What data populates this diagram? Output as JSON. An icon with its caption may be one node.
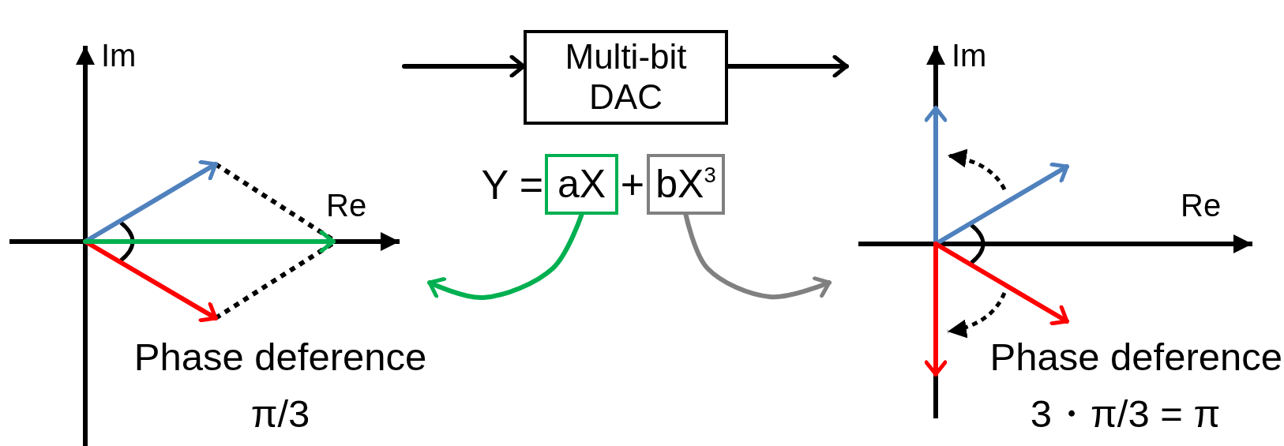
{
  "diagram": {
    "nodes": [
      {
        "text": [
          "Multi-bit DAC"
        ]
      },
      {
        "text": [
          "aX"
        ]
      },
      {
        "text": [
          "bX$^{3}$"
        ]
      }
    ],
    "edges": [
      {
        "from": null,
        "to": 0,
        "arrow": "to"
      },
      {
        "from": 0,
        "to": null,
        "arrow": "to"
      },
      {
        "from": 1,
        "to": null,
        "arrow": "to",
        "color": "#00b050"
      },
      {
        "from": 2,
        "to": null,
        "arrow": "to",
        "color": "#808080"
      }
    ],
    "labels": [
      "Im",
      "Re",
      "Phase deference",
      "π/3",
      "Y =",
      "+",
      "Im",
      "Re",
      "Phase deference",
      "3・π/3 = π"
    ]
  }
}
